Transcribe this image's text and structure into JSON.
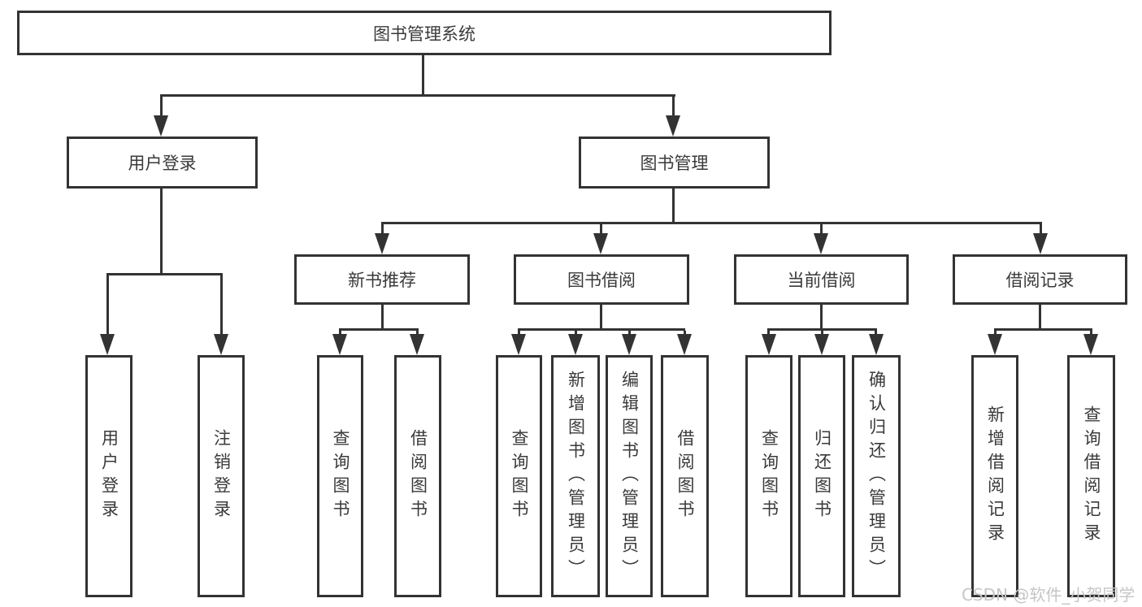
{
  "tree": {
    "label": "图书管理系统",
    "children": [
      {
        "label": "用户登录",
        "children": [
          {
            "label": "用户登录"
          },
          {
            "label": "注销登录"
          }
        ]
      },
      {
        "label": "图书管理",
        "children": [
          {
            "label": "新书推荐",
            "children": [
              {
                "label": "查询图书"
              },
              {
                "label": "借阅图书"
              }
            ]
          },
          {
            "label": "图书借阅",
            "children": [
              {
                "label": "查询图书"
              },
              {
                "label": "新增图书（管理员）"
              },
              {
                "label": "编辑图书（管理员）"
              },
              {
                "label": "借阅图书"
              }
            ]
          },
          {
            "label": "当前借阅",
            "children": [
              {
                "label": "查询图书"
              },
              {
                "label": "归还图书"
              },
              {
                "label": "确认归还（管理员）"
              }
            ]
          },
          {
            "label": "借阅记录",
            "children": [
              {
                "label": "新增借阅记录"
              },
              {
                "label": "查询借阅记录"
              }
            ]
          }
        ]
      }
    ]
  },
  "watermark": {
    "text": "CSDN @软件_小贺同学",
    "color": "#c6c6c6"
  },
  "colors": {
    "line": "#333333",
    "box_bg": "#ffffff",
    "text": "#3a3a3a"
  }
}
